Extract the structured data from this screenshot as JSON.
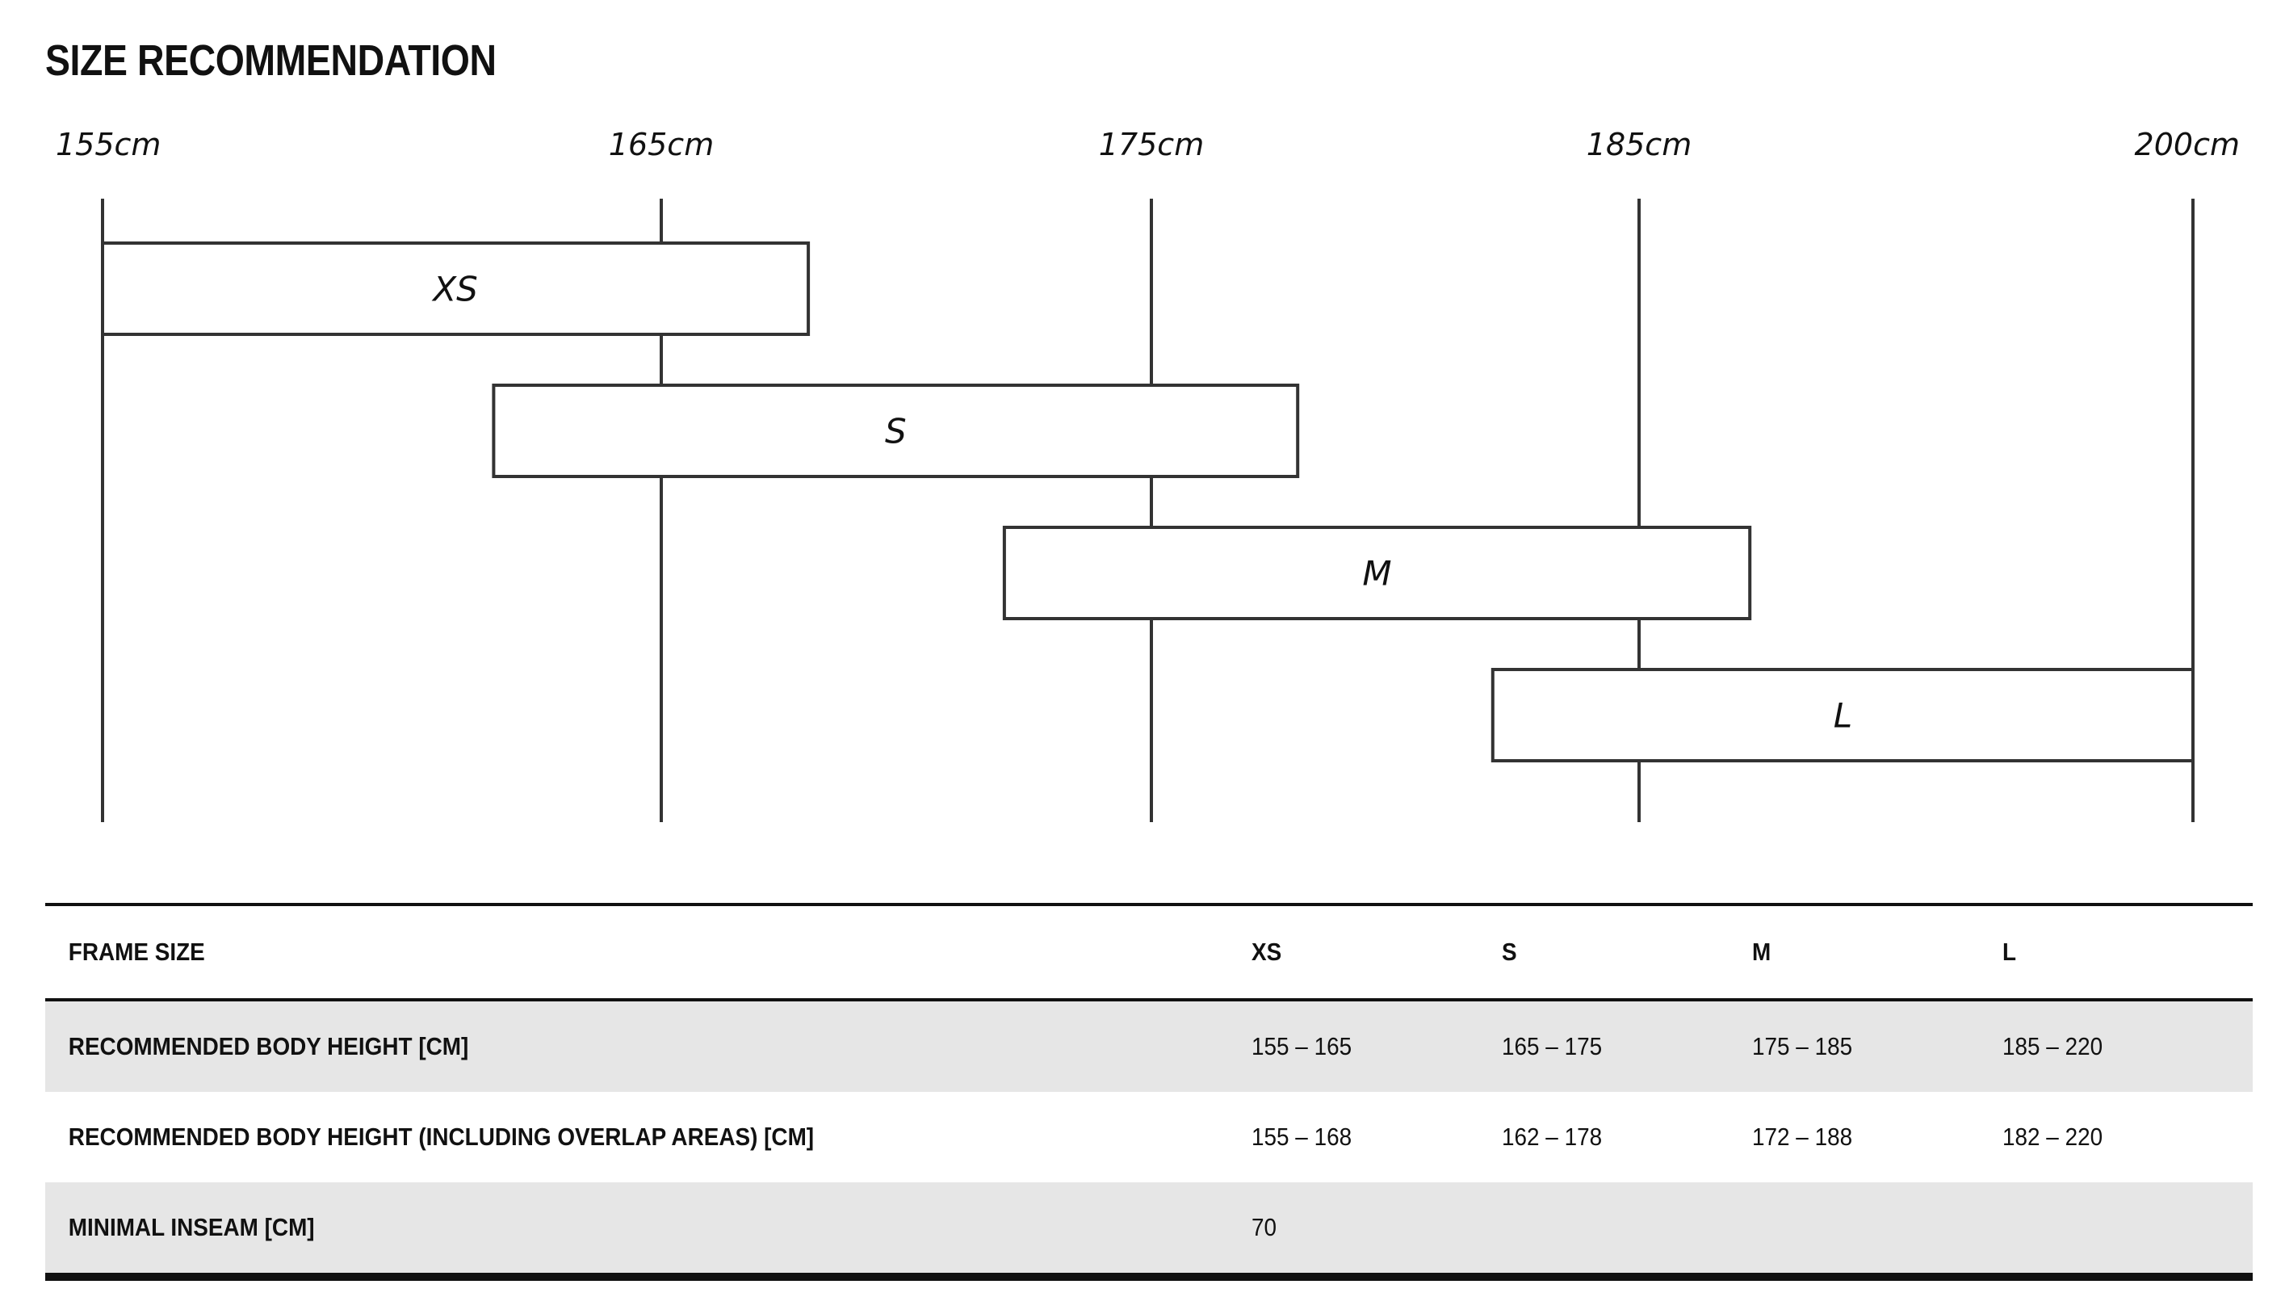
{
  "title": "SIZE RECOMMENDATION",
  "chart_data": {
    "type": "range-bar",
    "ticks": [
      {
        "value": 155,
        "label": "155cm"
      },
      {
        "value": 165,
        "label": "165cm"
      },
      {
        "value": 175,
        "label": "175cm"
      },
      {
        "value": 185,
        "label": "185cm"
      },
      {
        "value": 200,
        "label": "200cm"
      }
    ],
    "bars": [
      {
        "label": "XS",
        "from": 155,
        "to": 168
      },
      {
        "label": "S",
        "from": 162,
        "to": 178
      },
      {
        "label": "M",
        "from": 172,
        "to": 188
      },
      {
        "label": "L",
        "from": 182,
        "to": 200
      }
    ],
    "line_color": "#333333"
  },
  "table": {
    "columns": [
      "FRAME SIZE",
      "XS",
      "S",
      "M",
      "L"
    ],
    "rows": [
      {
        "label": "RECOMMENDED BODY HEIGHT [CM]",
        "values": [
          "155 – 165",
          "165 – 175",
          "175 – 185",
          "185 – 220"
        ]
      },
      {
        "label": "RECOMMENDED BODY HEIGHT (INCLUDING OVERLAP AREAS) [CM]",
        "values": [
          "155 – 168",
          "162 – 178",
          "172 – 188",
          "182 – 220"
        ]
      },
      {
        "label": "MINIMAL INSEAM [CM]",
        "values": [
          "70",
          "",
          "",
          ""
        ]
      }
    ],
    "shade_color": "#e6e6e6"
  }
}
